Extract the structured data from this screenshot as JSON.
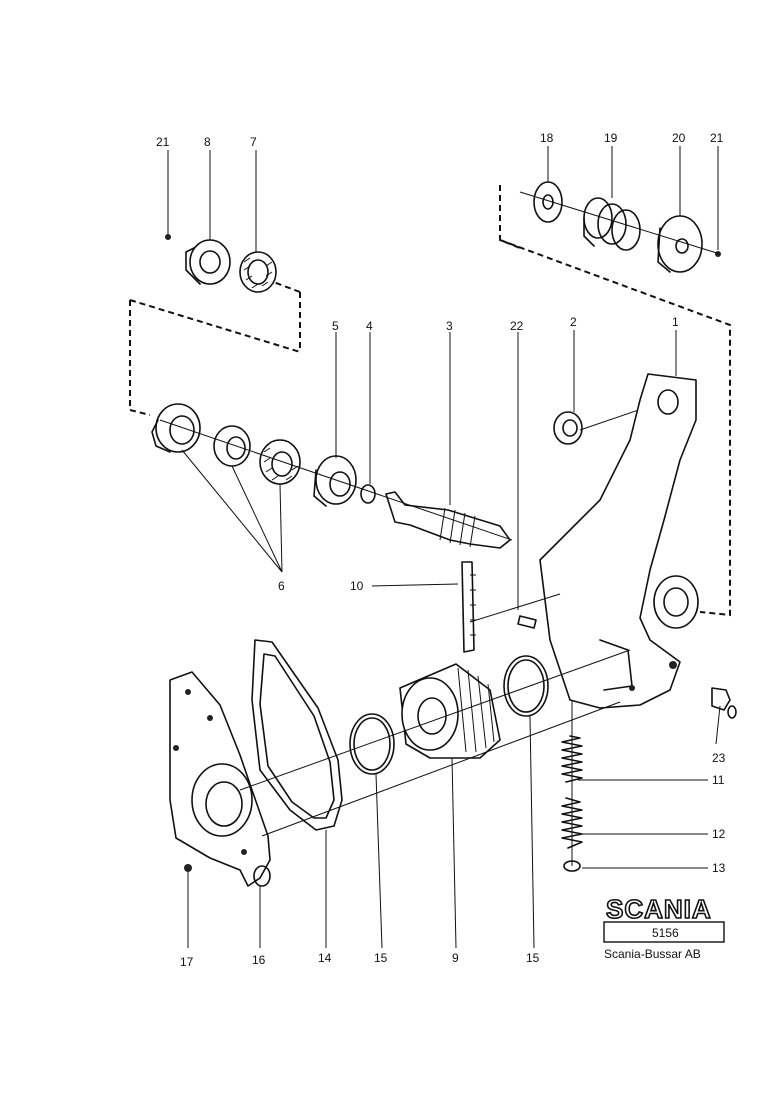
{
  "diagram": {
    "part_labels": {
      "p1": "1",
      "p2": "2",
      "p3": "3",
      "p4": "4",
      "p5": "5",
      "p6": "6",
      "p7": "7",
      "p8": "8",
      "p9": "9",
      "p10": "10",
      "p11": "11",
      "p12": "12",
      "p13": "13",
      "p14": "14",
      "p15a": "15",
      "p15b": "15",
      "p16": "16",
      "p17": "17",
      "p18": "18",
      "p19": "19",
      "p20": "20",
      "p21a": "21",
      "p21b": "21",
      "p22": "22",
      "p23": "23"
    }
  },
  "logo": {
    "brand": "SCANIA",
    "code": "5156",
    "company": "Scania-Bussar AB"
  }
}
